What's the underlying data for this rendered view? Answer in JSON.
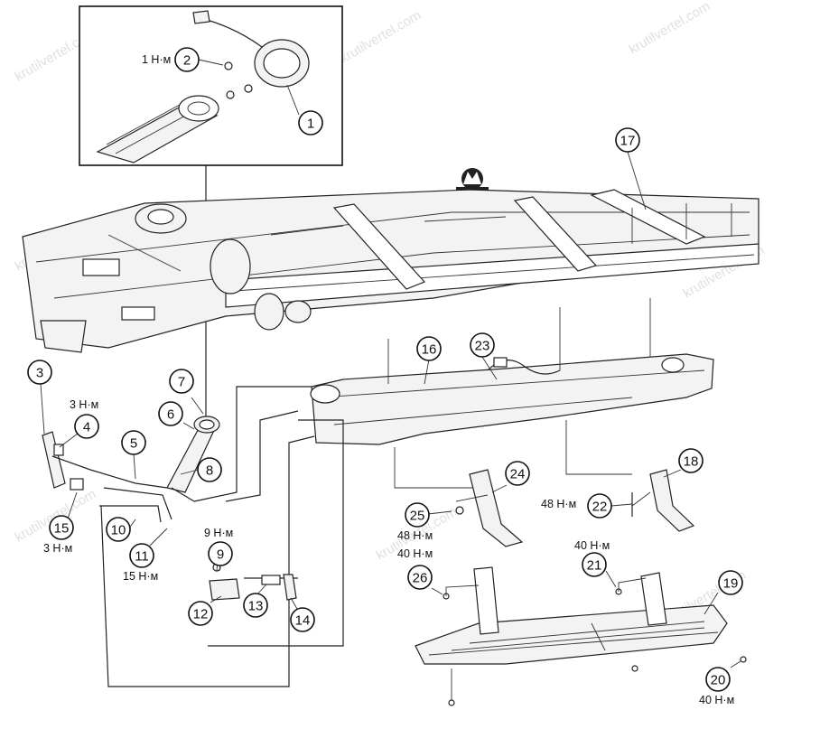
{
  "watermark": "krutilvertel.com",
  "callouts": [
    {
      "n": "1"
    },
    {
      "n": "2"
    },
    {
      "n": "3"
    },
    {
      "n": "4"
    },
    {
      "n": "5"
    },
    {
      "n": "6"
    },
    {
      "n": "7"
    },
    {
      "n": "8"
    },
    {
      "n": "9"
    },
    {
      "n": "10"
    },
    {
      "n": "11"
    },
    {
      "n": "12"
    },
    {
      "n": "13"
    },
    {
      "n": "14"
    },
    {
      "n": "15"
    },
    {
      "n": "16"
    },
    {
      "n": "17"
    },
    {
      "n": "18"
    },
    {
      "n": "19"
    },
    {
      "n": "20"
    },
    {
      "n": "21"
    },
    {
      "n": "22"
    },
    {
      "n": "23"
    },
    {
      "n": "24"
    },
    {
      "n": "25"
    },
    {
      "n": "26"
    }
  ],
  "torques": {
    "t2": "1 Н·м",
    "t4": "3 Н·м",
    "t15": "3 Н·м",
    "t11": "15 Н·м",
    "t9": "9 Н·м",
    "t22": "48 Н·м",
    "t25": "48 Н·м",
    "t26": "40 Н·м",
    "t21": "40 Н·м",
    "t20": "40 Н·м"
  }
}
